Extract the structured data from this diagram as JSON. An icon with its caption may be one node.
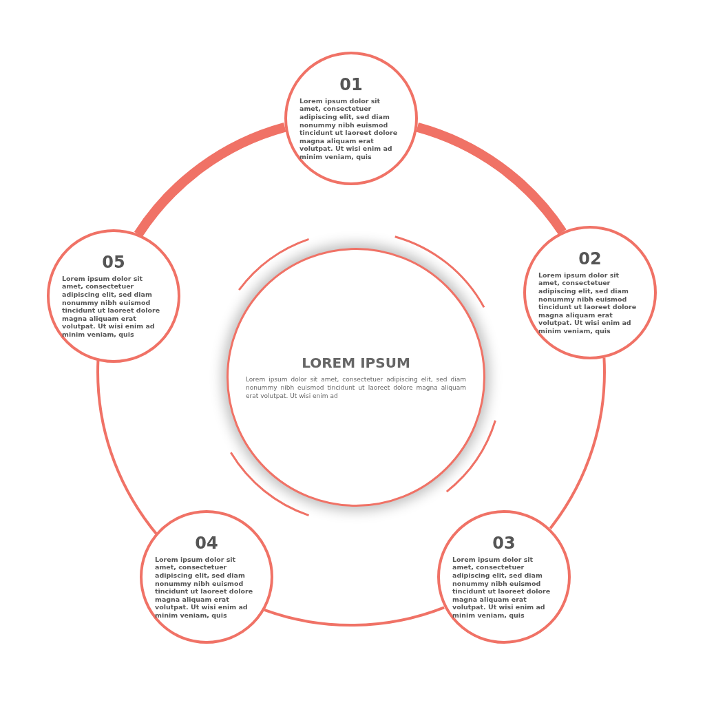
{
  "diagram": {
    "nodes": [
      {
        "text": [
          "01",
          "Lorem ipsum dolor sit amet, consectetuer adipiscing elit, sed diam nonummy nibh euismod tincidunt ut laoreet dolore magna aliquam erat volutpat. Ut wisi enim ad minim veniam, quis"
        ]
      },
      {
        "text": [
          "02",
          "Lorem ipsum dolor sit amet, consectetuer adipiscing elit, sed diam nonummy nibh euismod tincidunt ut laoreet dolore magna aliquam erat volutpat. Ut wisi enim ad minim veniam, quis"
        ]
      },
      {
        "text": [
          "03",
          "Lorem ipsum dolor sit amet, consectetuer adipiscing elit, sed diam nonummy nibh euismod tincidunt ut laoreet dolore magna aliquam erat volutpat. Ut wisi enim ad minim veniam, quis"
        ]
      },
      {
        "text": [
          "04",
          "Lorem ipsum dolor sit amet, consectetuer adipiscing elit, sed diam nonummy nibh euismod tincidunt ut laoreet dolore magna aliquam erat volutpat. Ut wisi enim ad minim veniam, quis"
        ]
      },
      {
        "text": [
          "05",
          "Lorem ipsum dolor sit amet, consectetuer adipiscing elit, sed diam nonummy nibh euismod tincidunt ut laoreet dolore magna aliquam erat volutpat. Ut wisi enim ad minim veniam, quis"
        ]
      },
      {
        "text": [
          "LOREM IPSUM",
          "Lorem ipsum dolor sit amet, consectetuer adipiscing elit, sed diam nonummy nibh euismod tincidunt ut laoreet dolore magna aliquam erat volutpat. Ut wisi enim ad"
        ]
      }
    ],
    "edges": [
      {
        "from": 0,
        "to": 1,
        "arrow": "none",
        "style": "thick"
      },
      {
        "from": 1,
        "to": 2,
        "arrow": "none"
      },
      {
        "from": 2,
        "to": 3,
        "arrow": "none"
      },
      {
        "from": 3,
        "to": 4,
        "arrow": "none"
      },
      {
        "from": 4,
        "to": 0,
        "arrow": "none",
        "style": "thick"
      }
    ]
  }
}
